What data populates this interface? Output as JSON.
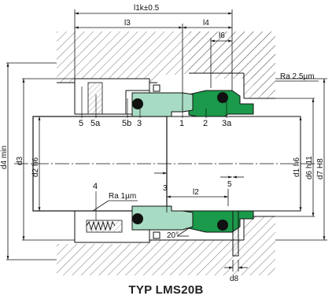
{
  "title": "TYP LMS20B",
  "dimensions": {
    "l1k": "l1k±0.5",
    "l3": "l3",
    "l4": "l4",
    "l6": "l6",
    "l2": "l2",
    "dim3": "3",
    "dim5": "5",
    "ra_top": "Ra  2.5µm",
    "ra_bottom": "Ra  1µm",
    "angle": "20°",
    "d8": "d8",
    "d4": "d4  min",
    "d3": "d3",
    "d2": "d2  h6",
    "d1": "d1  h6",
    "d6": "d6  h11",
    "d7": "d7  H8"
  },
  "part_numbers": [
    "5",
    "5a",
    "5b",
    "3",
    "1",
    "2",
    "3a",
    "4"
  ],
  "colors": {
    "seat_green": "#1a9a4a",
    "seal_green": "#a8dbc3",
    "oring": "#111111",
    "housing_hatch": "#555555"
  }
}
